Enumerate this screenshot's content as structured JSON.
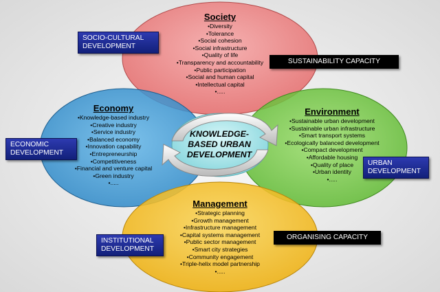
{
  "society": {
    "title": "Society",
    "items": [
      "•Diversity",
      "•Tolerance",
      "•Social cohesion",
      "•Social infrastructure",
      "•Quality of life",
      "•Transparency and accountability",
      "•Public participation",
      "•Social and human capital",
      "•Intellectual capital",
      "•....."
    ]
  },
  "economy": {
    "title": "Economy",
    "items": [
      "•Knowledge-based industry",
      "•Creative industry",
      "•Service industry",
      "•Balanced economy",
      "•Innovation capability",
      "•Entrepreneurship",
      "•Competitiveness",
      "•Financial and venture capital",
      "•Green industry",
      "•....."
    ]
  },
  "environment": {
    "title": "Environment",
    "items": [
      "•Sustainable urban development",
      "•Sustainable urban infrastructure",
      "•Smart transport systems",
      "•Ecologically balanced development",
      "•Compact development",
      "•Affordable housing",
      "•Quality of place",
      "•Urban identity",
      "•....."
    ]
  },
  "management": {
    "title": "Management",
    "items": [
      "•Strategic planning",
      "•Growth management",
      "•Infrastructure management",
      "•Capital systems management",
      "•Public sector management",
      "•Smart city strategies",
      "•Community engagement",
      "•Triple-helix model partnership",
      "•....."
    ]
  },
  "center": {
    "line1": "KNOWLEDGE-",
    "line2": "BASED URBAN",
    "line3": "DEVELOPMENT"
  },
  "labels": {
    "socio_cultural_1": "SOCIO-CULTURAL",
    "socio_cultural_2": "DEVELOPMENT",
    "sustainability": "SUSTAINABILITY CAPACITY",
    "economic_1": "ECONOMIC",
    "economic_2": "DEVELOPMENT",
    "urban_1": "URBAN",
    "urban_2": "DEVELOPMENT",
    "institutional_1": "INSTITUTIONAL",
    "institutional_2": "DEVELOPMENT",
    "organising": "ORGANISING CAPACITY"
  },
  "colors": {
    "society": "#f28b8b",
    "economy": "#4aa3dc",
    "environment": "#7ccf4e",
    "management": "#f7c531",
    "center": "#9fe3e8"
  }
}
